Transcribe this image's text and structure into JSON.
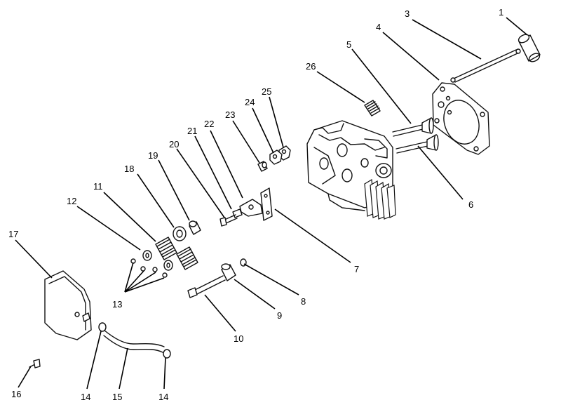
{
  "diagram": {
    "callouts": [
      {
        "id": "1",
        "label": "1"
      },
      {
        "id": "3",
        "label": "3"
      },
      {
        "id": "4",
        "label": "4"
      },
      {
        "id": "5",
        "label": "5"
      },
      {
        "id": "26",
        "label": "26"
      },
      {
        "id": "25",
        "label": "25"
      },
      {
        "id": "24",
        "label": "24"
      },
      {
        "id": "23",
        "label": "23"
      },
      {
        "id": "22",
        "label": "22"
      },
      {
        "id": "21",
        "label": "21"
      },
      {
        "id": "20",
        "label": "20"
      },
      {
        "id": "19",
        "label": "19"
      },
      {
        "id": "18",
        "label": "18"
      },
      {
        "id": "11",
        "label": "11"
      },
      {
        "id": "12",
        "label": "12"
      },
      {
        "id": "17",
        "label": "17"
      },
      {
        "id": "6",
        "label": "6"
      },
      {
        "id": "7",
        "label": "7"
      },
      {
        "id": "8",
        "label": "8"
      },
      {
        "id": "9",
        "label": "9"
      },
      {
        "id": "10",
        "label": "10"
      },
      {
        "id": "13",
        "label": "13"
      },
      {
        "id": "14a",
        "label": "14"
      },
      {
        "id": "14b",
        "label": "14"
      },
      {
        "id": "15",
        "label": "15"
      },
      {
        "id": "16",
        "label": "16"
      }
    ]
  }
}
